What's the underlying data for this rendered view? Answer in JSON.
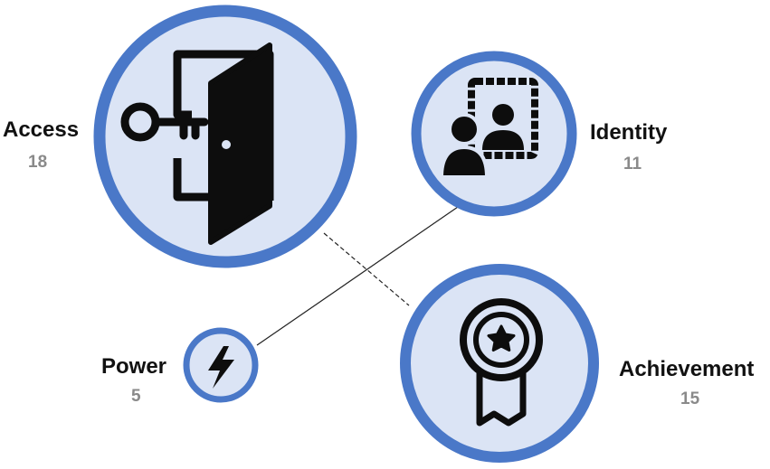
{
  "colors": {
    "ring": "#4a78c8",
    "fill": "#dbe4f5",
    "icon": "#0d0d0d",
    "label": "#111111",
    "count": "#8a8a8a",
    "connector": "#222222"
  },
  "nodes": [
    {
      "id": "access",
      "label": "Access",
      "count": "18",
      "icon": "door-key-icon"
    },
    {
      "id": "identity",
      "label": "Identity",
      "count": "11",
      "icon": "portrait-people-icon"
    },
    {
      "id": "power",
      "label": "Power",
      "count": "5",
      "icon": "lightning-bolt-icon"
    },
    {
      "id": "achievement",
      "label": "Achievement",
      "count": "15",
      "icon": "award-star-medal-icon"
    }
  ],
  "connections": [
    {
      "from": "access",
      "to": "achievement",
      "style": "dashed"
    },
    {
      "from": "identity",
      "to": "power",
      "style": "solid"
    }
  ]
}
